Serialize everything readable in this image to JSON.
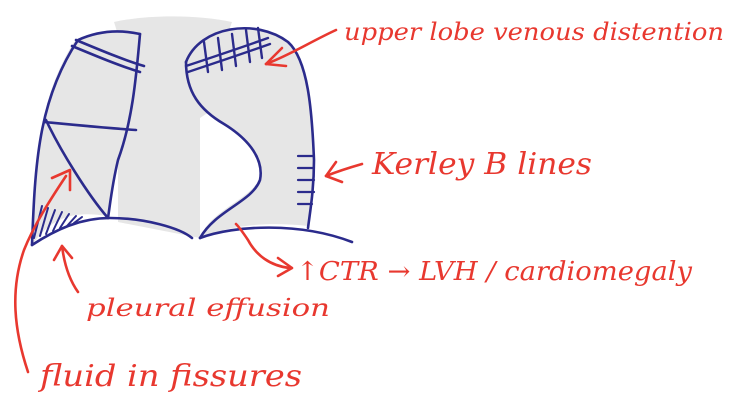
{
  "annotations": {
    "upper_lobe": "upper lobe venous distention",
    "kerley": "Kerley B lines",
    "ctr": "↑CTR → LVH / cardiomegaly",
    "effusion": "pleural effusion",
    "fissures": "fluid in fissures"
  },
  "colors": {
    "outline": "#2b2b8c",
    "annotation": "#e8382f",
    "fill": "#e6e6e6"
  }
}
